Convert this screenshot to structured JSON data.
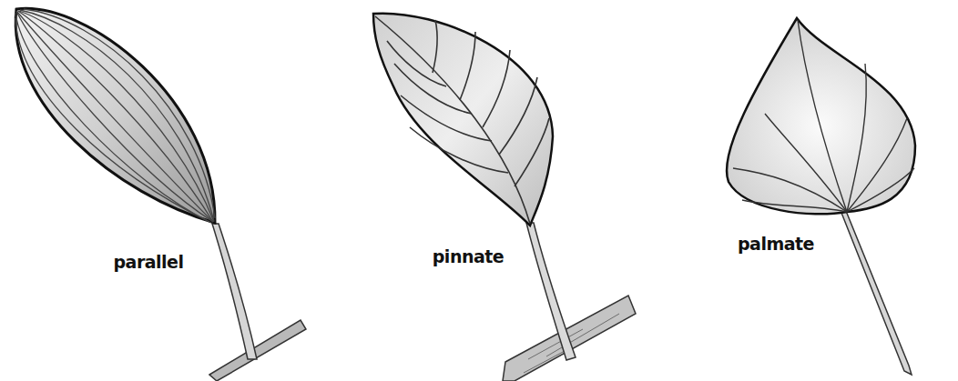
{
  "diagram": {
    "labels": [
      "parallel",
      "pinnate",
      "palmate"
    ]
  }
}
